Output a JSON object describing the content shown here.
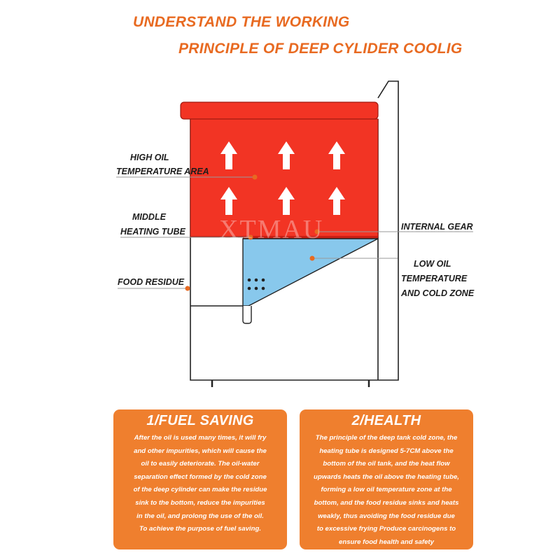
{
  "title": {
    "line1": "UNDERSTAND THE WORKING",
    "line2": "PRINCIPLE OF DEEP CYLIDER COOLIG"
  },
  "watermark": "XTMAU",
  "labels": {
    "high_oil_line1": "HIGH OIL",
    "high_oil_line2": "TEMPERATURE AREA",
    "middle_line1": "MIDDLE",
    "middle_line2": "HEATING TUBE",
    "food_residue": "FOOD RESIDUE",
    "internal_gear": "INTERNAL GEAR",
    "low_oil_line1": "LOW OIL",
    "low_oil_line2": "TEMPERATURE",
    "low_oil_line3": "AND COLD ZONE"
  },
  "colors": {
    "title": "#e86a21",
    "hot_zone": "#f23424",
    "cold_zone": "#88c8ec",
    "pointer_dot": "#e86a21",
    "card_bg": "#ef7f2e"
  },
  "cards": [
    {
      "title": "1/FUEL SAVING",
      "body": "After the oil is used many times, it will fry\nand other impurities, which will cause the\noil to easily deteriorate. The oil-water\nseparation effect formed by the cold zone\nof the deep cylinder can make the residue\nsink to the bottom, reduce the impurities\n in the oil, and prolong the use of the oil.\nTo achieve the purpose of fuel saving."
    },
    {
      "title": "2/HEALTH",
      "body": "The principle of the deep tank cold zone, the\n heating tube is designed 5-7CM above the\nbottom of the oil tank, and the heat flow\nupwards heats the oil above the heating tube,\nforming a low oil temperature zone at the\nbottom, and the food residue sinks and heats\n weakly, thus avoiding the food residue due\nto excessive frying Produce carcinogens to\nensure food health and safety"
    }
  ]
}
